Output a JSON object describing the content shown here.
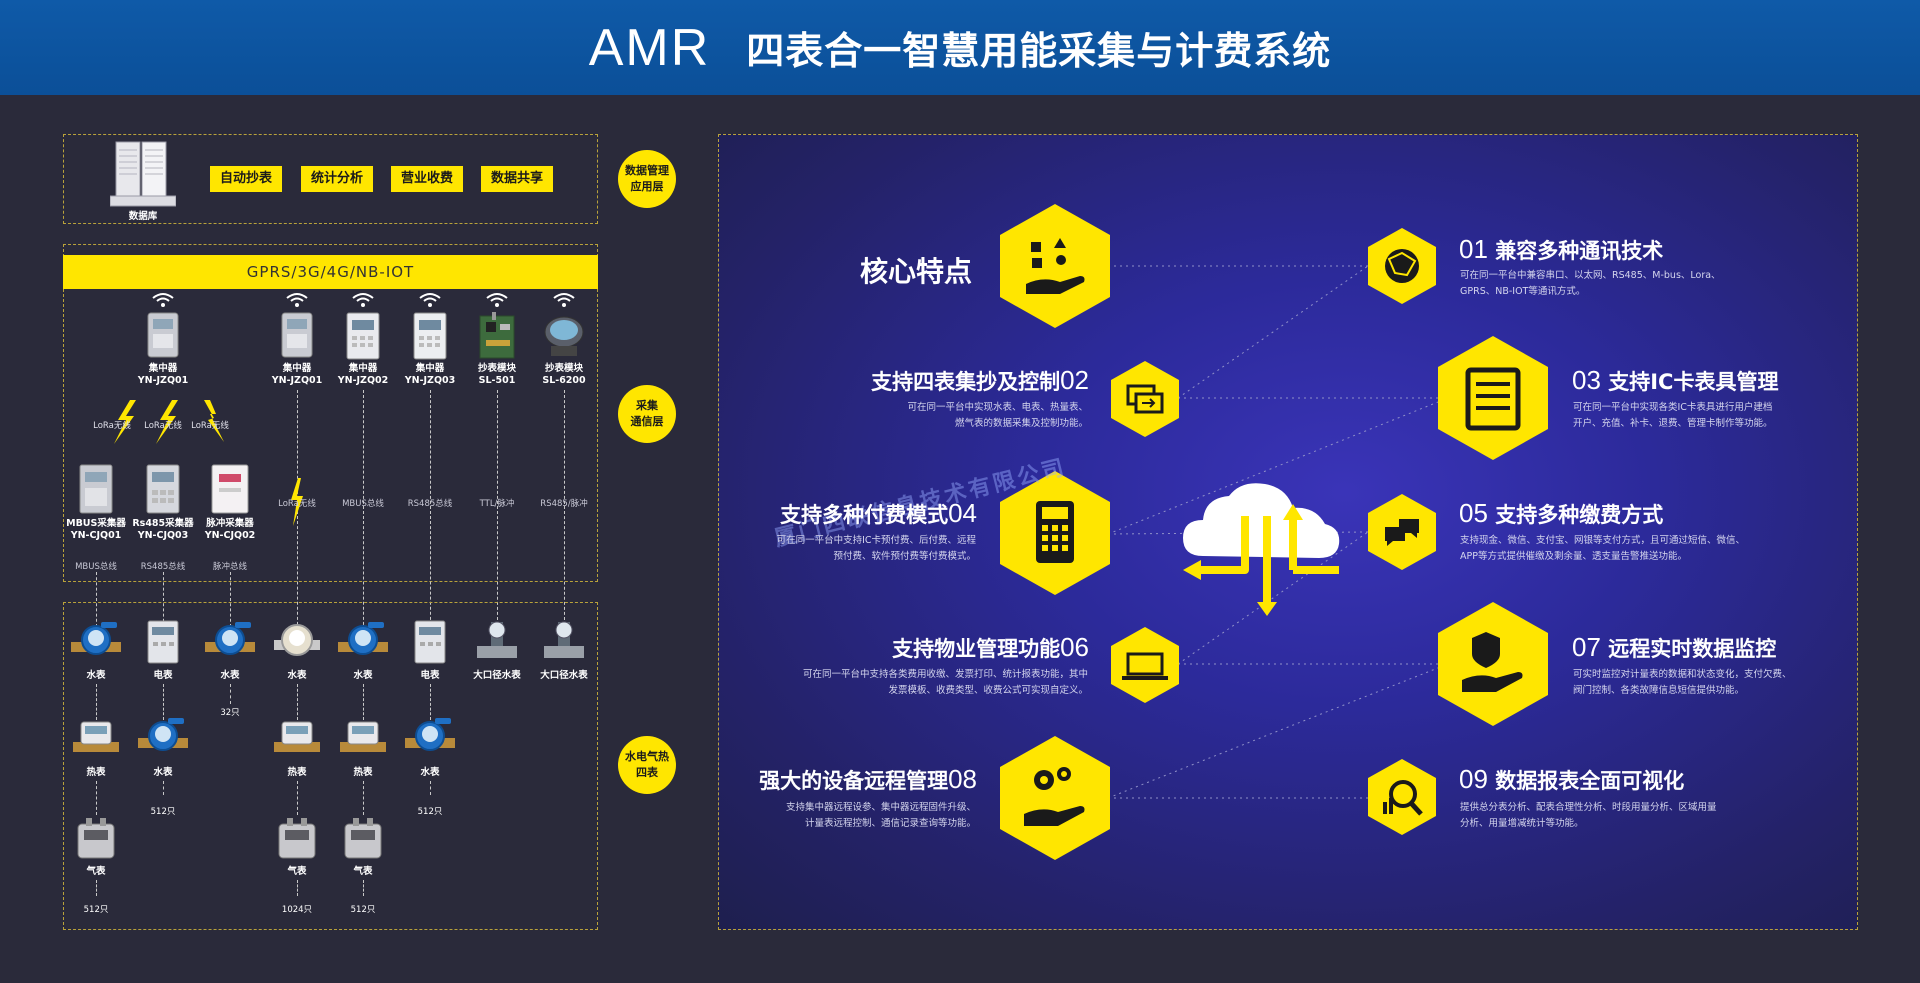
{
  "header": {
    "brand": "AMR",
    "title": "四表合一智慧用能采集与计费系统"
  },
  "left": {
    "db_label": "数据库",
    "app_buttons": [
      "自动抄表",
      "统计分析",
      "营业收费",
      "数据共享"
    ],
    "layers": [
      "数据管理\n应用层",
      "采集\n通信层",
      "水电气热\n四表"
    ],
    "network": "GPRS/3G/4G/NB-IOT",
    "concentrators": [
      {
        "name": "集中器",
        "model": "YN-JZQ01"
      },
      {
        "name": "集中器",
        "model": "YN-JZQ01"
      },
      {
        "name": "集中器",
        "model": "YN-JZQ02"
      },
      {
        "name": "集中器",
        "model": "YN-JZQ03"
      },
      {
        "name": "抄表模块",
        "model": "SL-501"
      },
      {
        "name": "抄表模块",
        "model": "SL-6200"
      }
    ],
    "lora_labels": [
      "LoRa无线",
      "LoRa无线",
      "LoRa无线"
    ],
    "collectors": [
      {
        "name": "MBUS采集器",
        "model": "YN-CJQ01",
        "bus": "MBUS总线"
      },
      {
        "name": "Rs485采集器",
        "model": "YN-CJQ03",
        "bus": "RS485总线"
      },
      {
        "name": "脉冲采集器",
        "model": "YN-CJQ02",
        "bus": "脉冲总线"
      }
    ],
    "bus_labels": [
      "LoRa无线",
      "MBUS总线",
      "RS485总线",
      "TTL/脉冲",
      "RS485/脉冲"
    ],
    "meters_row1": [
      "水表",
      "电表",
      "水表",
      "水表",
      "水表",
      "电表",
      "大口径水表",
      "大口径水表"
    ],
    "meters_row2": [
      "热表",
      "水表",
      "热表",
      "热表",
      "水表"
    ],
    "meters_row3": [
      "气表",
      "气表",
      "气表"
    ],
    "counts": [
      "32只",
      "512只",
      "512只",
      "512只",
      "1024只",
      "512只"
    ]
  },
  "right": {
    "core_title": "核心特点",
    "watermark": "厦门四联信息技术有限公司",
    "features": [
      {
        "num": "01",
        "title": "兼容多种通讯技术",
        "desc": [
          "可在同一平台中兼容串口、以太网、RS485、M-bus、Lora、",
          "GPRS、NB-IOT等通讯方式。"
        ]
      },
      {
        "num": "02",
        "title": "支持四表集抄及控制",
        "desc": [
          "可在同一平台中实现水表、电表、热量表、",
          "燃气表的数据采集及控制功能。"
        ]
      },
      {
        "num": "03",
        "title": "支持IC卡表具管理",
        "desc": [
          "可在同一平台中实现各类IC卡表具进行用户建档",
          "开户、充值、补卡、退费、管理卡制作等功能。"
        ]
      },
      {
        "num": "04",
        "title": "支持多种付费模式",
        "desc": [
          "可在同一平台中支持IC卡预付费、后付费、远程",
          "预付费、软件预付费等付费模式。"
        ]
      },
      {
        "num": "05",
        "title": "支持多种缴费方式",
        "desc": [
          "支持现金、微信、支付宝、网银等支付方式，且可通过短信、微信、",
          "APP等方式提供催缴及剩余量、透支量告警推送功能。"
        ]
      },
      {
        "num": "06",
        "title": "支持物业管理功能",
        "desc": [
          "可在同一平台中支持各类费用收缴、发票打印、统计报表功能，其中",
          "发票模板、收费类型、收费公式可实现自定义。"
        ]
      },
      {
        "num": "07",
        "title": "远程实时数据监控",
        "desc": [
          "可实时监控对计量表的数据和状态变化，支付欠费、",
          "阀门控制、各类故障信息短信提供功能。"
        ]
      },
      {
        "num": "08",
        "title": "强大的设备远程管理",
        "desc": [
          "支持集中器远程设参、集中器远程固件升级、",
          "计量表远程控制、通信记录查询等功能。"
        ]
      },
      {
        "num": "09",
        "title": "数据报表全面可视化",
        "desc": [
          "提供总分表分析、配表合理性分析、时段用量分析、区域用量",
          "分析、用量增减统计等功能。"
        ]
      }
    ]
  }
}
